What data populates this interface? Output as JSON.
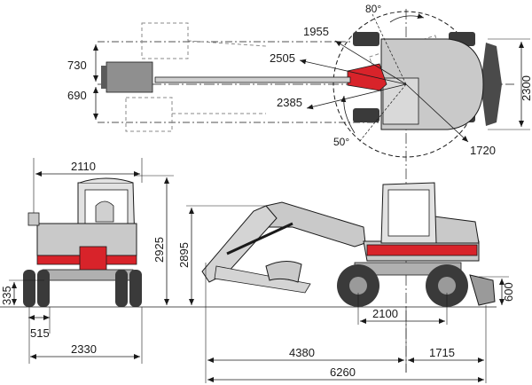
{
  "title": "",
  "colors": {
    "body_gray": "#c9c9c9",
    "body_light": "#e2e2e2",
    "accent_red": "#d8232a",
    "line": "#1a1a1a",
    "tire": "#3a3a3a",
    "ghost_outline": "#8a8a8a"
  },
  "top_view": {
    "angle_left": "80°",
    "angle_bottom": "50°",
    "dim_swing_offset_top": "1955",
    "dim_swing_radius_mid": "2505",
    "dim_swing_radius_low": "2385",
    "dim_tail_radius": "1720",
    "dim_offset_left": "730",
    "dim_offset_right": "690",
    "dim_overall_width": "2300"
  },
  "front_view": {
    "dim_cab_width": "2110",
    "dim_height": "2925",
    "dim_ground_clearance": "335",
    "dim_track_offset": "515",
    "dim_overall_width": "2330"
  },
  "side_view": {
    "dim_height": "2895",
    "dim_blade_height": "600",
    "dim_wheelbase": "2100",
    "dim_front_length": "4380",
    "dim_rear_length": "1715",
    "dim_overall_length": "6260"
  }
}
